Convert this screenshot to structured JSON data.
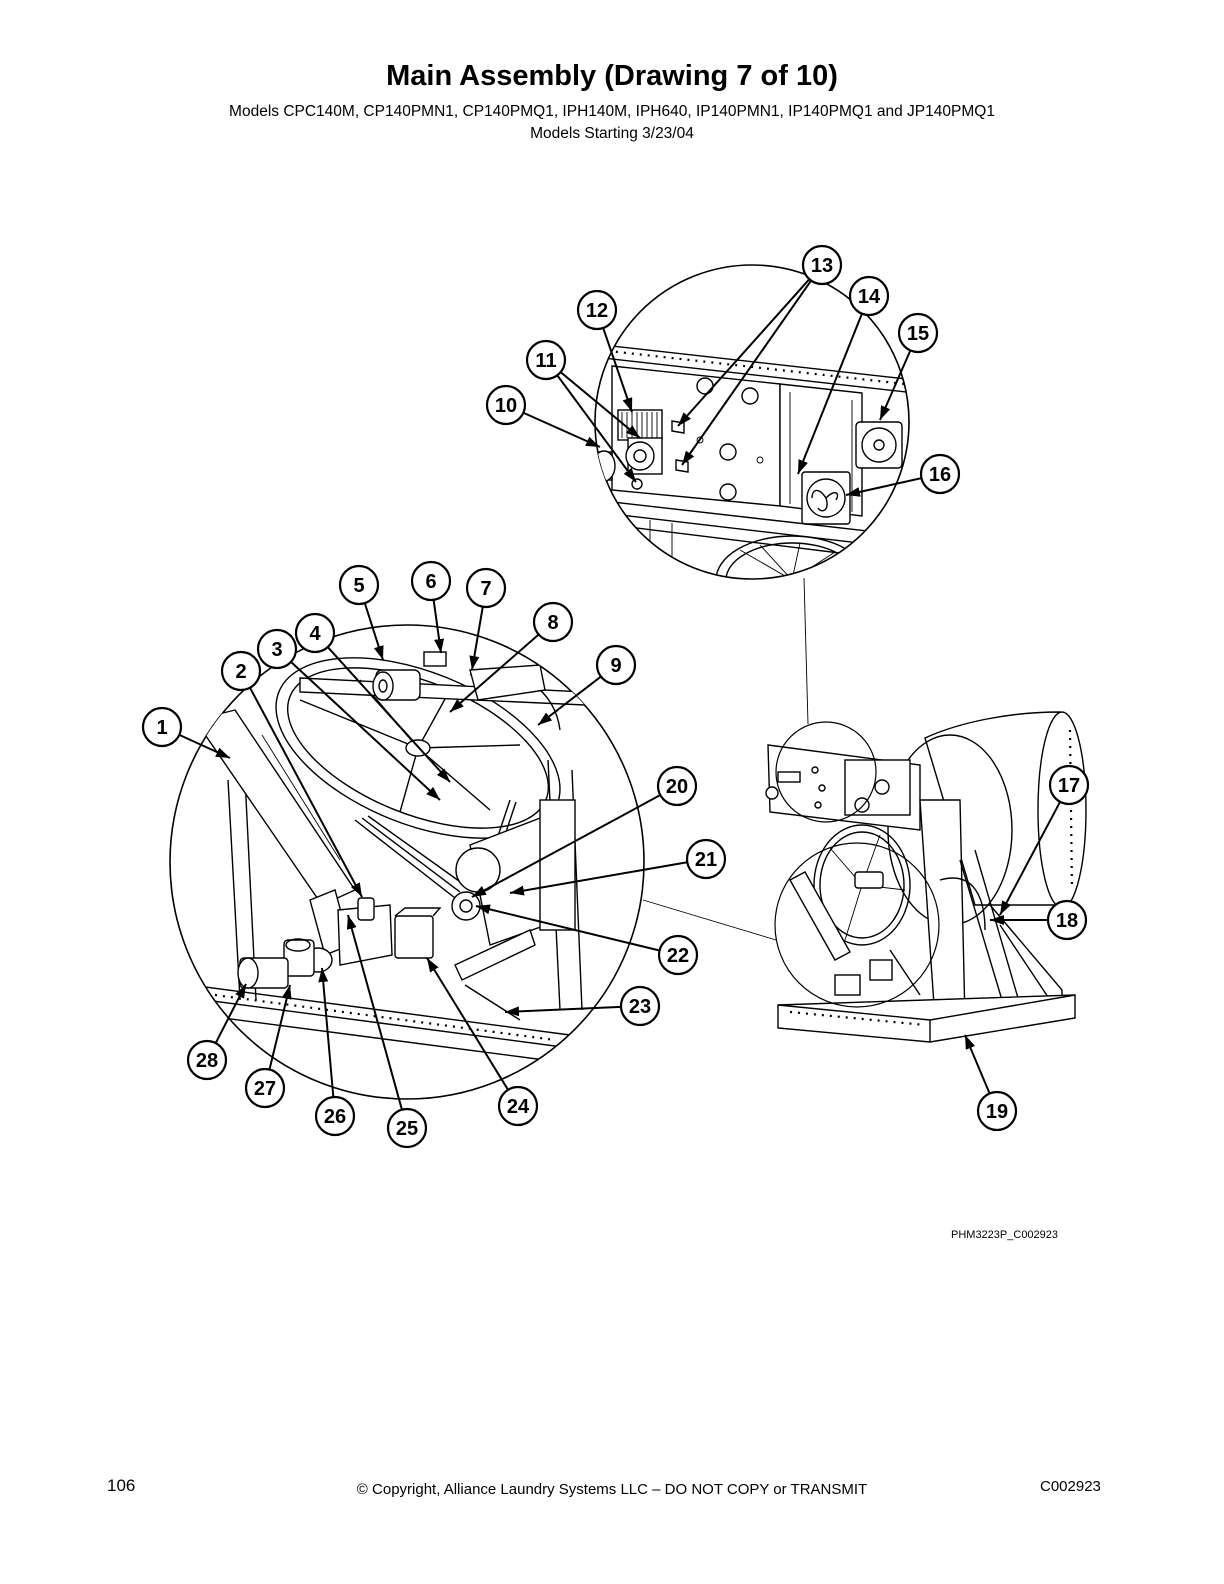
{
  "header": {
    "title": "Main Assembly (Drawing 7 of 10)",
    "models": "Models CPC140M, CP140PMN1, CP140PMQ1, IPH140M, IPH640, IP140PMN1, IP140PMQ1 and JP140PMQ1",
    "models_start": "Models Starting 3/23/04"
  },
  "diagram": {
    "callouts": [
      "1",
      "2",
      "3",
      "4",
      "5",
      "6",
      "7",
      "8",
      "9",
      "10",
      "11",
      "12",
      "13",
      "14",
      "15",
      "16",
      "17",
      "18",
      "19",
      "20",
      "21",
      "22",
      "23",
      "24",
      "25",
      "26",
      "27",
      "28"
    ],
    "drawing_id": "PHM3223P_C002923"
  },
  "footer": {
    "page_number": "106",
    "copyright": "© Copyright, Alliance Laundry Systems LLC – DO NOT COPY or TRANSMIT",
    "doc_code": "C002923"
  }
}
